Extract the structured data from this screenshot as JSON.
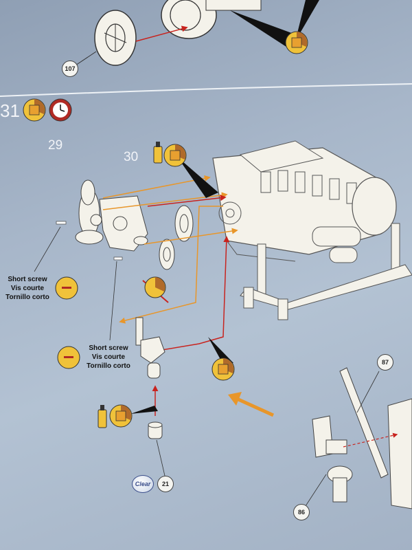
{
  "instruction_sheet": {
    "step_number": "31",
    "callouts": {
      "top_part": "107",
      "lower_left_part": "21",
      "right_upper_part": "87",
      "right_lower_part": "86"
    },
    "part_numbers": {
      "fan": "29",
      "pulley": "30"
    },
    "screw_label_1": {
      "line1": "Short screw",
      "line2": "Vis courte",
      "line3": "Tornillo corto"
    },
    "screw_label_2": {
      "line1": "Short screw",
      "line2": "Vis courte",
      "line3": "Tornillo corto"
    },
    "clear_badge": "Clear"
  },
  "colors": {
    "background": "#a7b6c9",
    "part_fill": "#f4f2ea",
    "arrow_red": "#c8231e",
    "arrow_orange": "#e8962a",
    "glue_yellow": "#f0c23a"
  },
  "icons": [
    "glue-pot-icon",
    "clock-icon",
    "glue-tube-icon",
    "screw-icon",
    "orange-pointer-arrow-icon"
  ]
}
